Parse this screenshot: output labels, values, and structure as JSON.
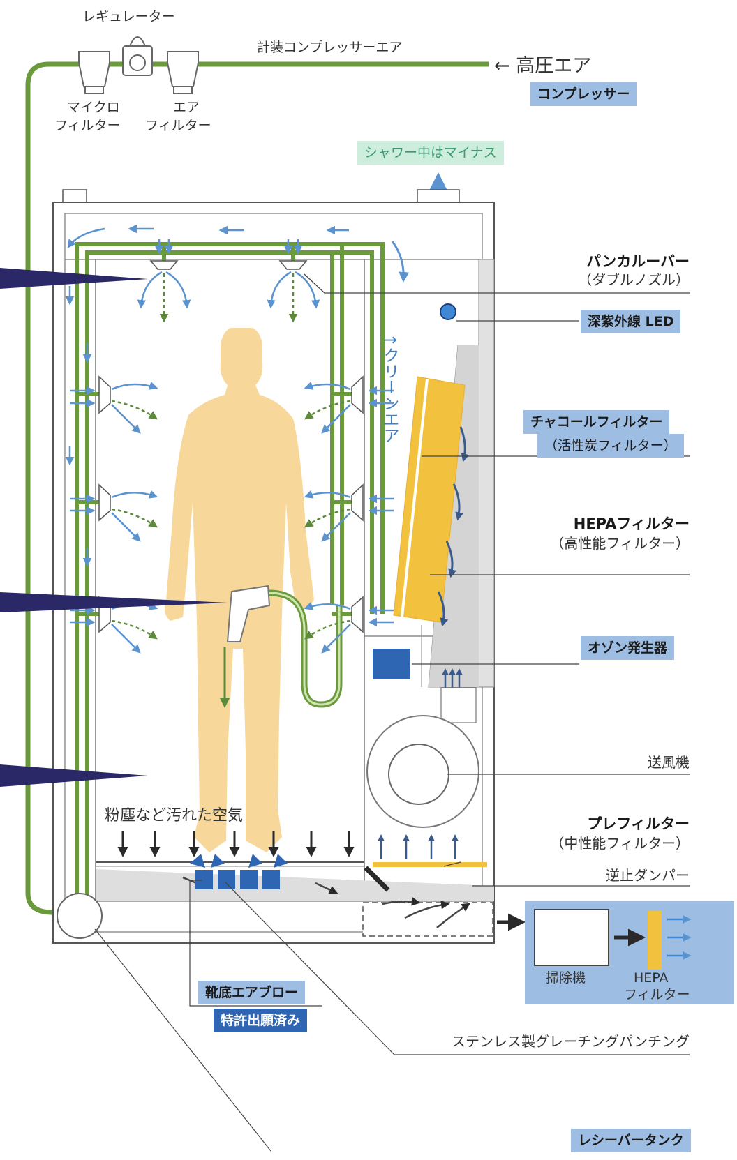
{
  "top": {
    "regulator": "レギュレーター",
    "micro_filter": [
      "マイクロ",
      "フィルター"
    ],
    "air_filter": [
      "エア",
      "フィルター"
    ],
    "instrument_air": "計装コンプレッサーエア",
    "high_pressure_air": "← 高圧エア",
    "compressor": "コンプレッサー",
    "shower_minus": "シャワー中はマイナス"
  },
  "inside": {
    "clean_air": "↑クリーンエア",
    "dirty_air": "粉塵など汚れた空気"
  },
  "callouts": {
    "punkah_louver": "パンカルーバー",
    "punkah_louver_sub": "（ダブルノズル）",
    "deep_uv_led": "深紫外線 LED",
    "charcoal_filter": "チャコールフィルター",
    "charcoal_filter_sub": "（活性炭フィルター）",
    "hepa_filter": "HEPAフィルター",
    "hepa_filter_sub": "（高性能フィルター）",
    "ozone_generator": "オゾン発生器",
    "blower": "送風機",
    "pre_filter": "プレフィルター",
    "pre_filter_sub": "（中性能フィルター）",
    "check_damper": "逆止ダンパー",
    "stainless_grating": "ステンレス製グレーチングパンチング",
    "receiver_tank": "レシーバータンク",
    "sole_air_blow": "靴底エアブロー",
    "patent_pending": "特許出願済み"
  },
  "vacuum_unit": {
    "cleaner": "掃除機",
    "hepa": [
      "HEPA",
      "フィルター"
    ]
  },
  "colors": {
    "pipe_green": "#6b9a3c",
    "airflow_blue": "#5b93cf",
    "airflow_green": "#5d8a3a",
    "person": "#f7d89a",
    "filter_yellow": "#f2c23f",
    "badge_blue": "#9dbde3",
    "badge_dark": "#2f66b3",
    "pointer_navy": "#2a2866"
  }
}
